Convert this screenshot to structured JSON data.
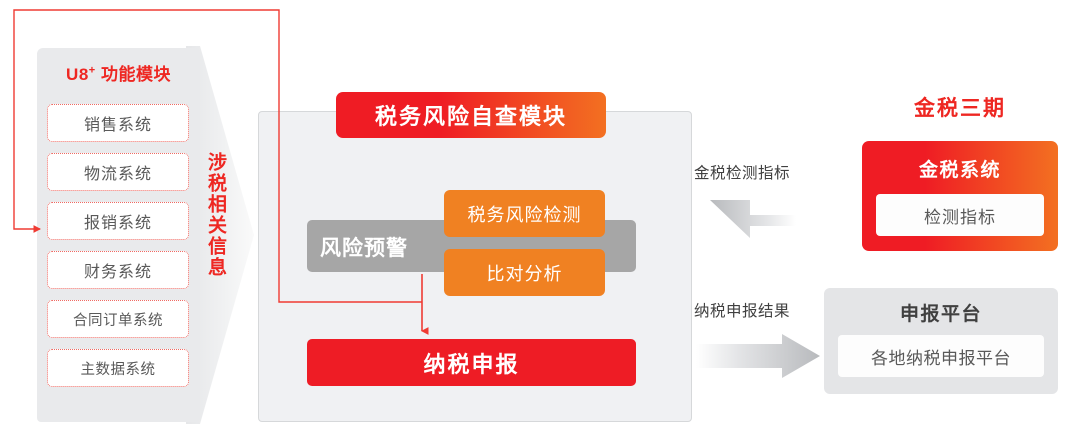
{
  "left_panel": {
    "title_prefix": "U8",
    "title_sup": "+",
    "title_rest": " 功能模块",
    "items": [
      {
        "label": "销售系统",
        "compact": false
      },
      {
        "label": "物流系统",
        "compact": false
      },
      {
        "label": "报销系统",
        "compact": false
      },
      {
        "label": "财务系统",
        "compact": false
      },
      {
        "label": "合同订单系统",
        "compact": true
      },
      {
        "label": "主数据系统",
        "compact": true
      }
    ]
  },
  "chevron": {
    "label": "涉税相关信息"
  },
  "center": {
    "header": "税务风险自查模块",
    "gray_bar": "风险预警",
    "orange_boxes": [
      "税务风险检测",
      "比对分析"
    ],
    "declare": "纳税申报"
  },
  "right": {
    "title": "金税三期",
    "gold_tax": {
      "title": "金税系统",
      "inner": "检测指标"
    },
    "platform": {
      "title": "申报平台",
      "inner": "各地纳税申报平台"
    }
  },
  "flows": {
    "top_label": "金税检测指标",
    "bottom_label": "纳税申报结果"
  },
  "colors": {
    "brand_red": "#ee2722",
    "red": "#ef1c24",
    "orange": "#f37021",
    "orange_box": "#f08122",
    "gray_bar": "#a6a6a6",
    "panel_gray": "#f0f1f3",
    "left_panel_gray": "#e9eaec"
  }
}
